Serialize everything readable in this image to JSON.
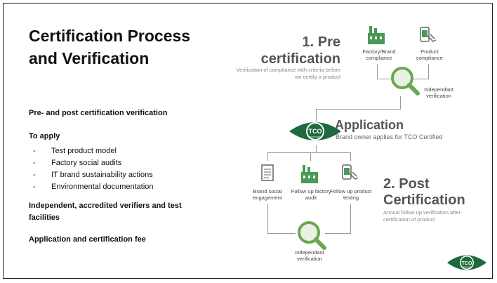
{
  "slide": {
    "title": "Certification Process and Verification",
    "subtitle": "Pre- and post certification verification",
    "to_apply_heading": "To apply",
    "to_apply_items": [
      "Test product model",
      "Factory social audits",
      "IT brand sustainability actions",
      "Environmental documentation"
    ],
    "verifiers": "Independent, accredited verifiers and test facilities",
    "fee": "Application and certification fee"
  },
  "diagram": {
    "pre": {
      "heading": "1. Pre certification",
      "description": "Verification of compliance with criteria before we certify a product",
      "factory_label": "Factory/Brand compliance",
      "product_label": "Product compliance",
      "verification_label": "Independant verification"
    },
    "application": {
      "heading": "Application",
      "description": "Brand owner applies for TCO Certified"
    },
    "post": {
      "heading": "2. Post Certification",
      "description": "Annual follow up verification after certification of product",
      "brand_label": "Brand social engagement",
      "factory_label": "Follow up factory audit",
      "product_label": "Follow up product testing",
      "verification_label": "Independant verification"
    },
    "logo_text": "TCO",
    "logo_subtext": "CERTIFIED"
  },
  "colors": {
    "accent_green": "#1f6a3c",
    "icon_green": "#4a9a57",
    "lens_green": "#6aa84f",
    "line_gray": "#999999"
  }
}
